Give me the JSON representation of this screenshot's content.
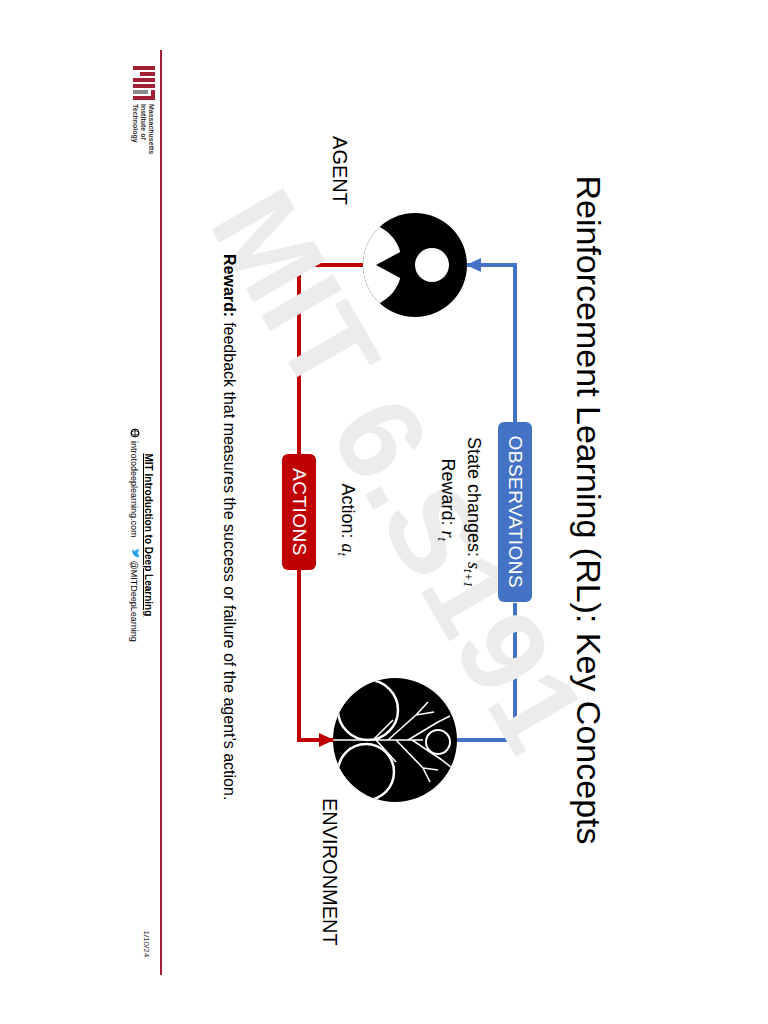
{
  "diagram": {
    "title": "Reinforcement Learning (RL): Key Concepts",
    "nodes": [
      {
        "text": [
          "AGENT"
        ]
      },
      {
        "text": [
          "OBSERVATIONS"
        ]
      },
      {
        "text": [
          "ACTIONS"
        ]
      },
      {
        "text": [
          "ENVIRONMENT"
        ]
      }
    ],
    "edges": [
      {
        "from": 3,
        "to": 1,
        "arrow": "none"
      },
      {
        "from": 1,
        "to": 0,
        "arrow": "to"
      },
      {
        "from": 0,
        "to": 2,
        "arrow": "none"
      },
      {
        "from": 2,
        "to": 3,
        "arrow": "to"
      }
    ],
    "labels": [
      "MIT 6.S191",
      "State changes:",
      "s",
      "t+1",
      "Reward:",
      "r",
      "t",
      "Action:",
      "a",
      "t",
      "Reward:",
      "feedback that measures the success or failure of the agent’s action.",
      "Massachusetts",
      "Institute of",
      "Technology",
      "MIT Introduction to Deep Learning",
      "introtodeeplearning.com",
      "@MITDeepLearning",
      "1/10/24"
    ]
  }
}
